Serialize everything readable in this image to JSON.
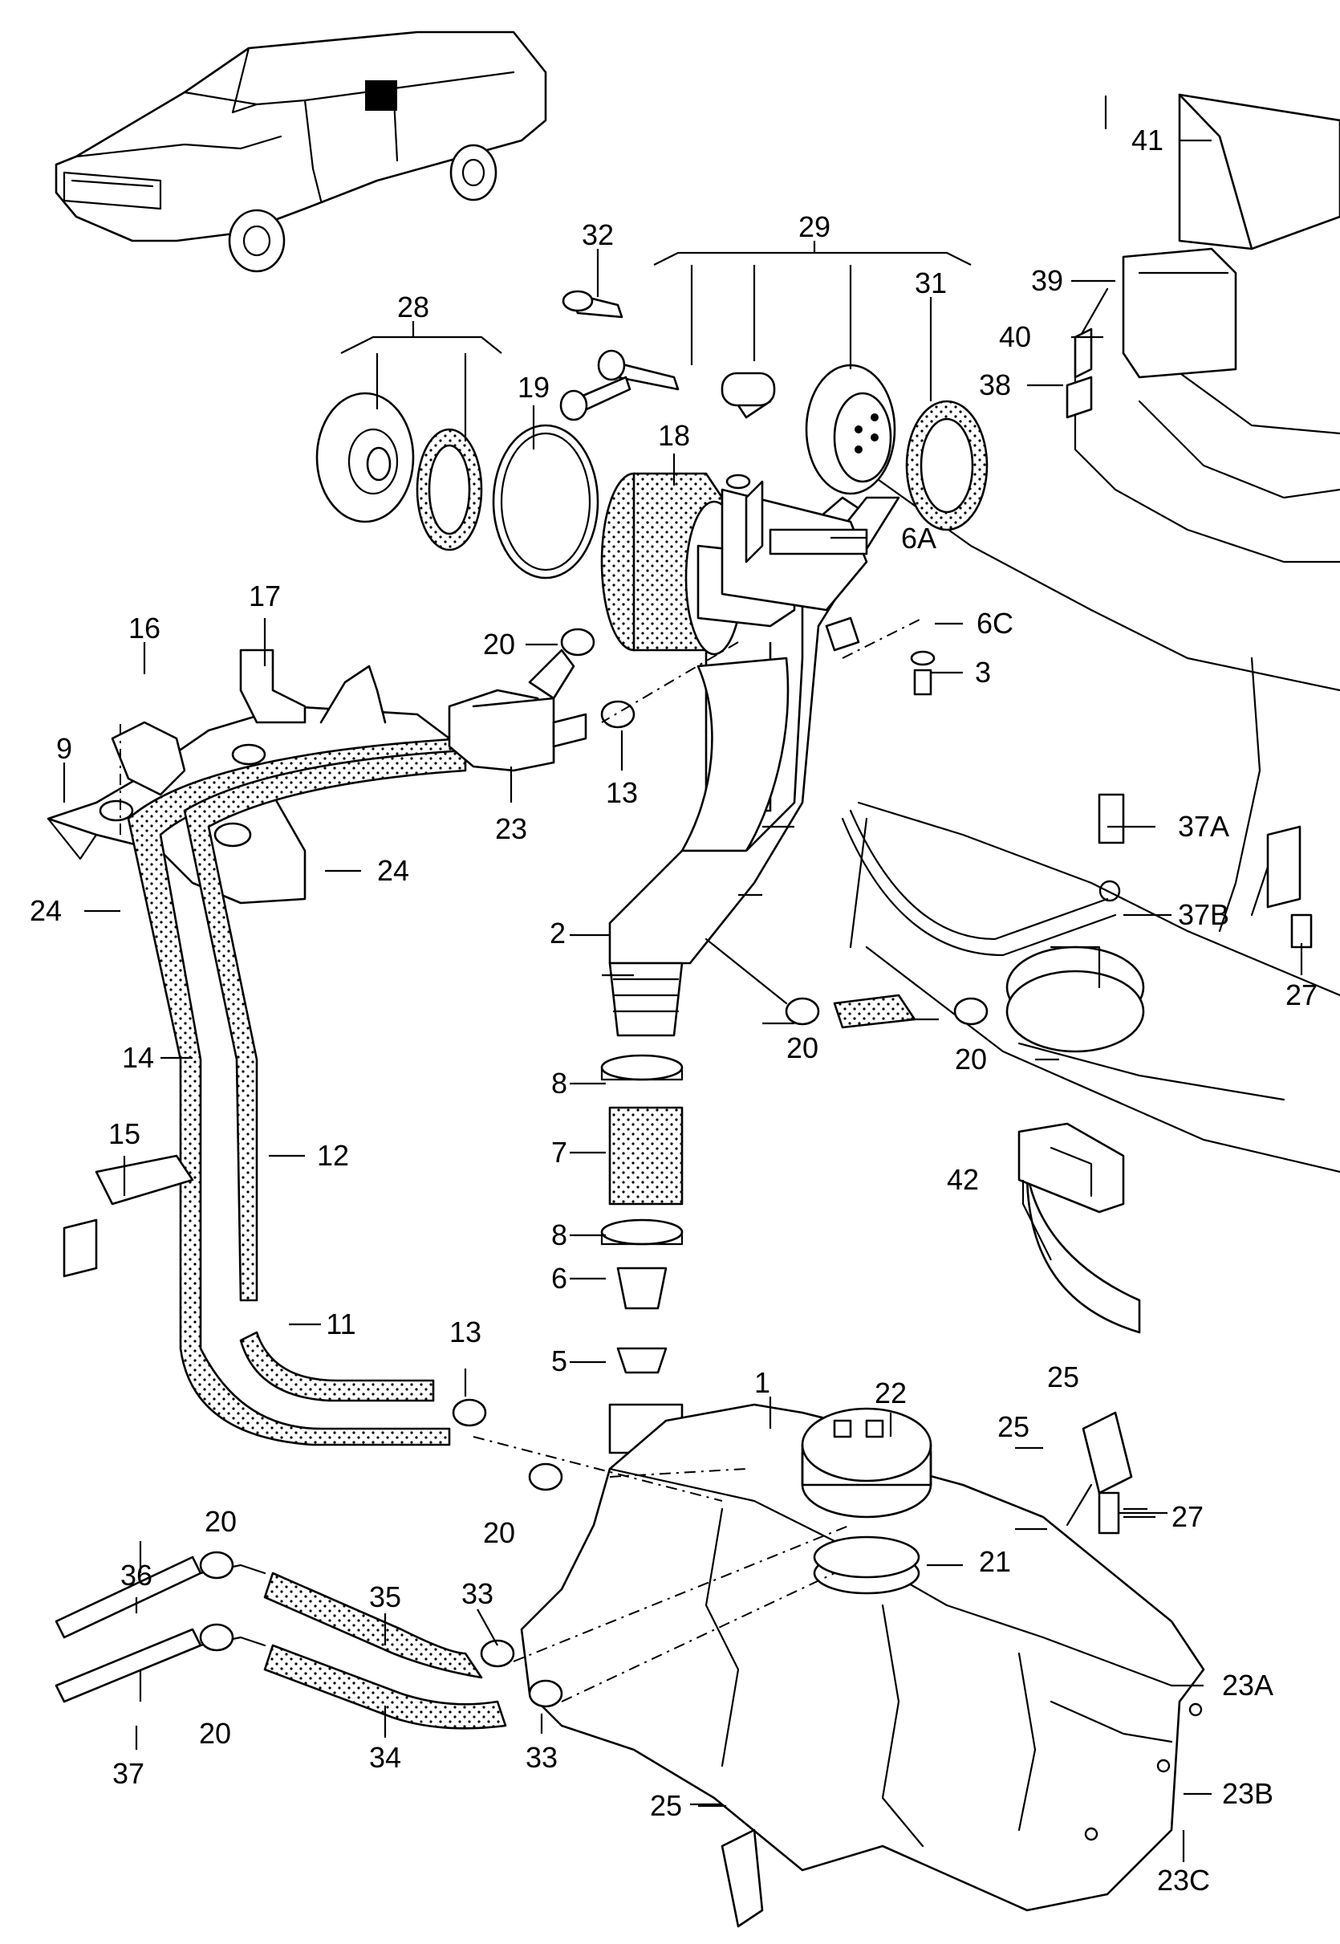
{
  "diagram": {
    "callouts": [
      {
        "id": "c1",
        "text": "1"
      },
      {
        "id": "c2",
        "text": "2"
      },
      {
        "id": "c3",
        "text": "3"
      },
      {
        "id": "c5",
        "text": "5"
      },
      {
        "id": "c6",
        "text": "6"
      },
      {
        "id": "c6a",
        "text": "6A"
      },
      {
        "id": "c6c",
        "text": "6C"
      },
      {
        "id": "c7",
        "text": "7"
      },
      {
        "id": "c8a",
        "text": "8"
      },
      {
        "id": "c8b",
        "text": "8"
      },
      {
        "id": "c9",
        "text": "9"
      },
      {
        "id": "c11",
        "text": "11"
      },
      {
        "id": "c12",
        "text": "12"
      },
      {
        "id": "c13a",
        "text": "13"
      },
      {
        "id": "c13b",
        "text": "13"
      },
      {
        "id": "c14",
        "text": "14"
      },
      {
        "id": "c15",
        "text": "15"
      },
      {
        "id": "c16",
        "text": "16"
      },
      {
        "id": "c17",
        "text": "17"
      },
      {
        "id": "c18",
        "text": "18"
      },
      {
        "id": "c19",
        "text": "19"
      },
      {
        "id": "c20a",
        "text": "20"
      },
      {
        "id": "c20b",
        "text": "20"
      },
      {
        "id": "c20c",
        "text": "20"
      },
      {
        "id": "c20d",
        "text": "20"
      },
      {
        "id": "c20e",
        "text": "20"
      },
      {
        "id": "c20f",
        "text": "20"
      },
      {
        "id": "c21",
        "text": "21"
      },
      {
        "id": "c22",
        "text": "22"
      },
      {
        "id": "c23",
        "text": "23"
      },
      {
        "id": "c23a",
        "text": "23A"
      },
      {
        "id": "c23b",
        "text": "23B"
      },
      {
        "id": "c23c",
        "text": "23C"
      },
      {
        "id": "c24a",
        "text": "24"
      },
      {
        "id": "c24b",
        "text": "24"
      },
      {
        "id": "c25a",
        "text": "25"
      },
      {
        "id": "c25b",
        "text": "25"
      },
      {
        "id": "c25c",
        "text": "25"
      },
      {
        "id": "c27a",
        "text": "27"
      },
      {
        "id": "c27b",
        "text": "27"
      },
      {
        "id": "c28",
        "text": "28"
      },
      {
        "id": "c29",
        "text": "29"
      },
      {
        "id": "c31",
        "text": "31"
      },
      {
        "id": "c32",
        "text": "32"
      },
      {
        "id": "c33a",
        "text": "33"
      },
      {
        "id": "c33b",
        "text": "33"
      },
      {
        "id": "c34",
        "text": "34"
      },
      {
        "id": "c35",
        "text": "35"
      },
      {
        "id": "c36",
        "text": "36"
      },
      {
        "id": "c37",
        "text": "37"
      },
      {
        "id": "c37a",
        "text": "37A"
      },
      {
        "id": "c37b",
        "text": "37B"
      },
      {
        "id": "c38",
        "text": "38"
      },
      {
        "id": "c39",
        "text": "39"
      },
      {
        "id": "c40",
        "text": "40"
      },
      {
        "id": "c41",
        "text": "41"
      },
      {
        "id": "c42",
        "text": "42"
      }
    ]
  }
}
